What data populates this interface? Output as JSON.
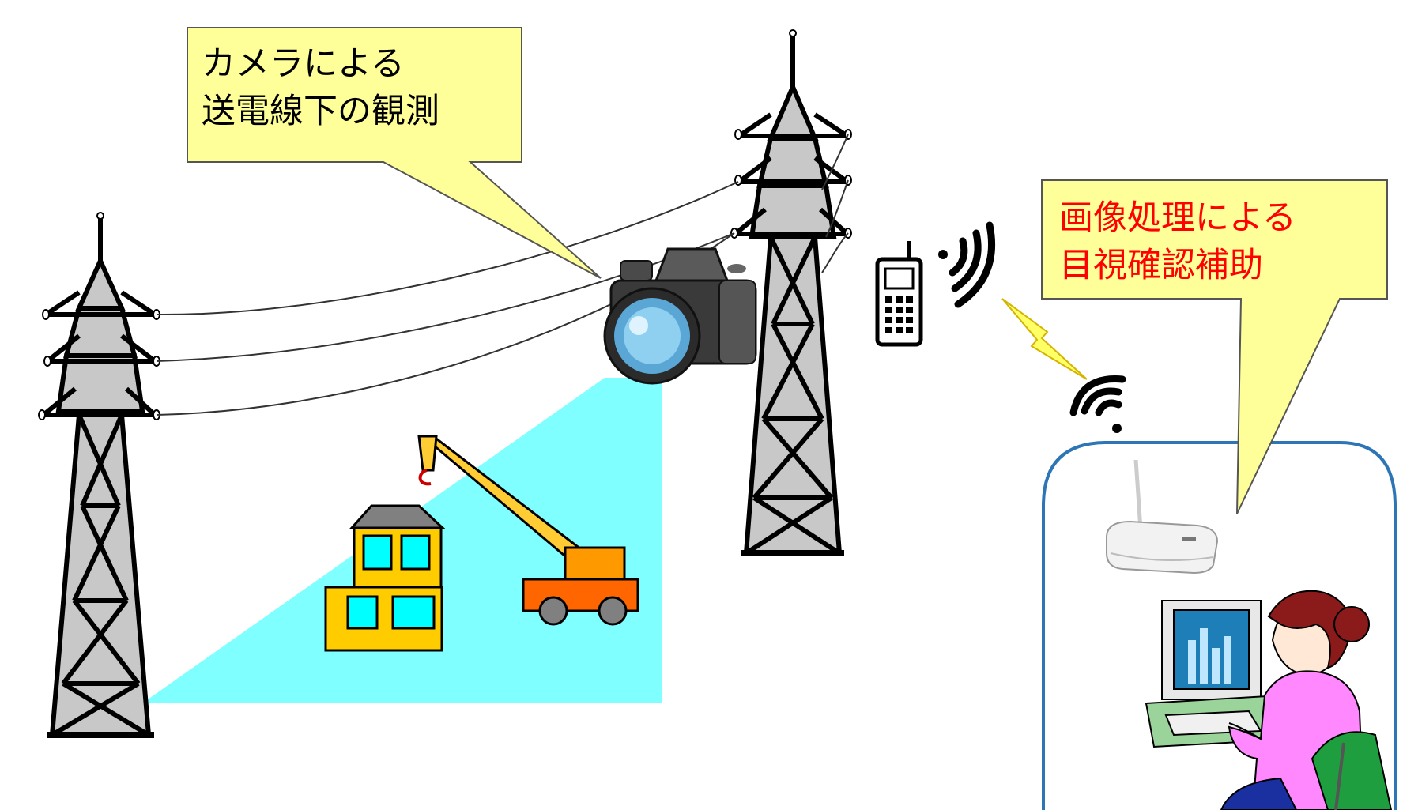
{
  "callout_camera": {
    "line1": "カメラによる",
    "line2": "送電線下の観測",
    "text_color": "#000000",
    "fill": "#ffff99"
  },
  "callout_processing": {
    "line1": "画像処理による",
    "line2": "目視確認補助",
    "text_color": "#ff0000",
    "fill": "#ffff99"
  },
  "colors": {
    "camera_view_area": "#7fffff",
    "tower_fill": "#c8c8c8",
    "building": "#ffcc00",
    "building_window": "#00ffff",
    "building_roof": "#808080",
    "crane_arm": "#ffcc33",
    "crane_truck": "#ff6600",
    "office_border": "#2e75b6",
    "lightning": "#ffff66"
  },
  "icons": [
    "transmission-tower-icon",
    "camera-icon",
    "mobile-phone-icon",
    "radio-waves-icon",
    "lightning-icon",
    "wifi-icon",
    "wireless-router-icon",
    "computer-monitor-icon",
    "operator-person-icon",
    "building-icon",
    "crane-icon"
  ]
}
